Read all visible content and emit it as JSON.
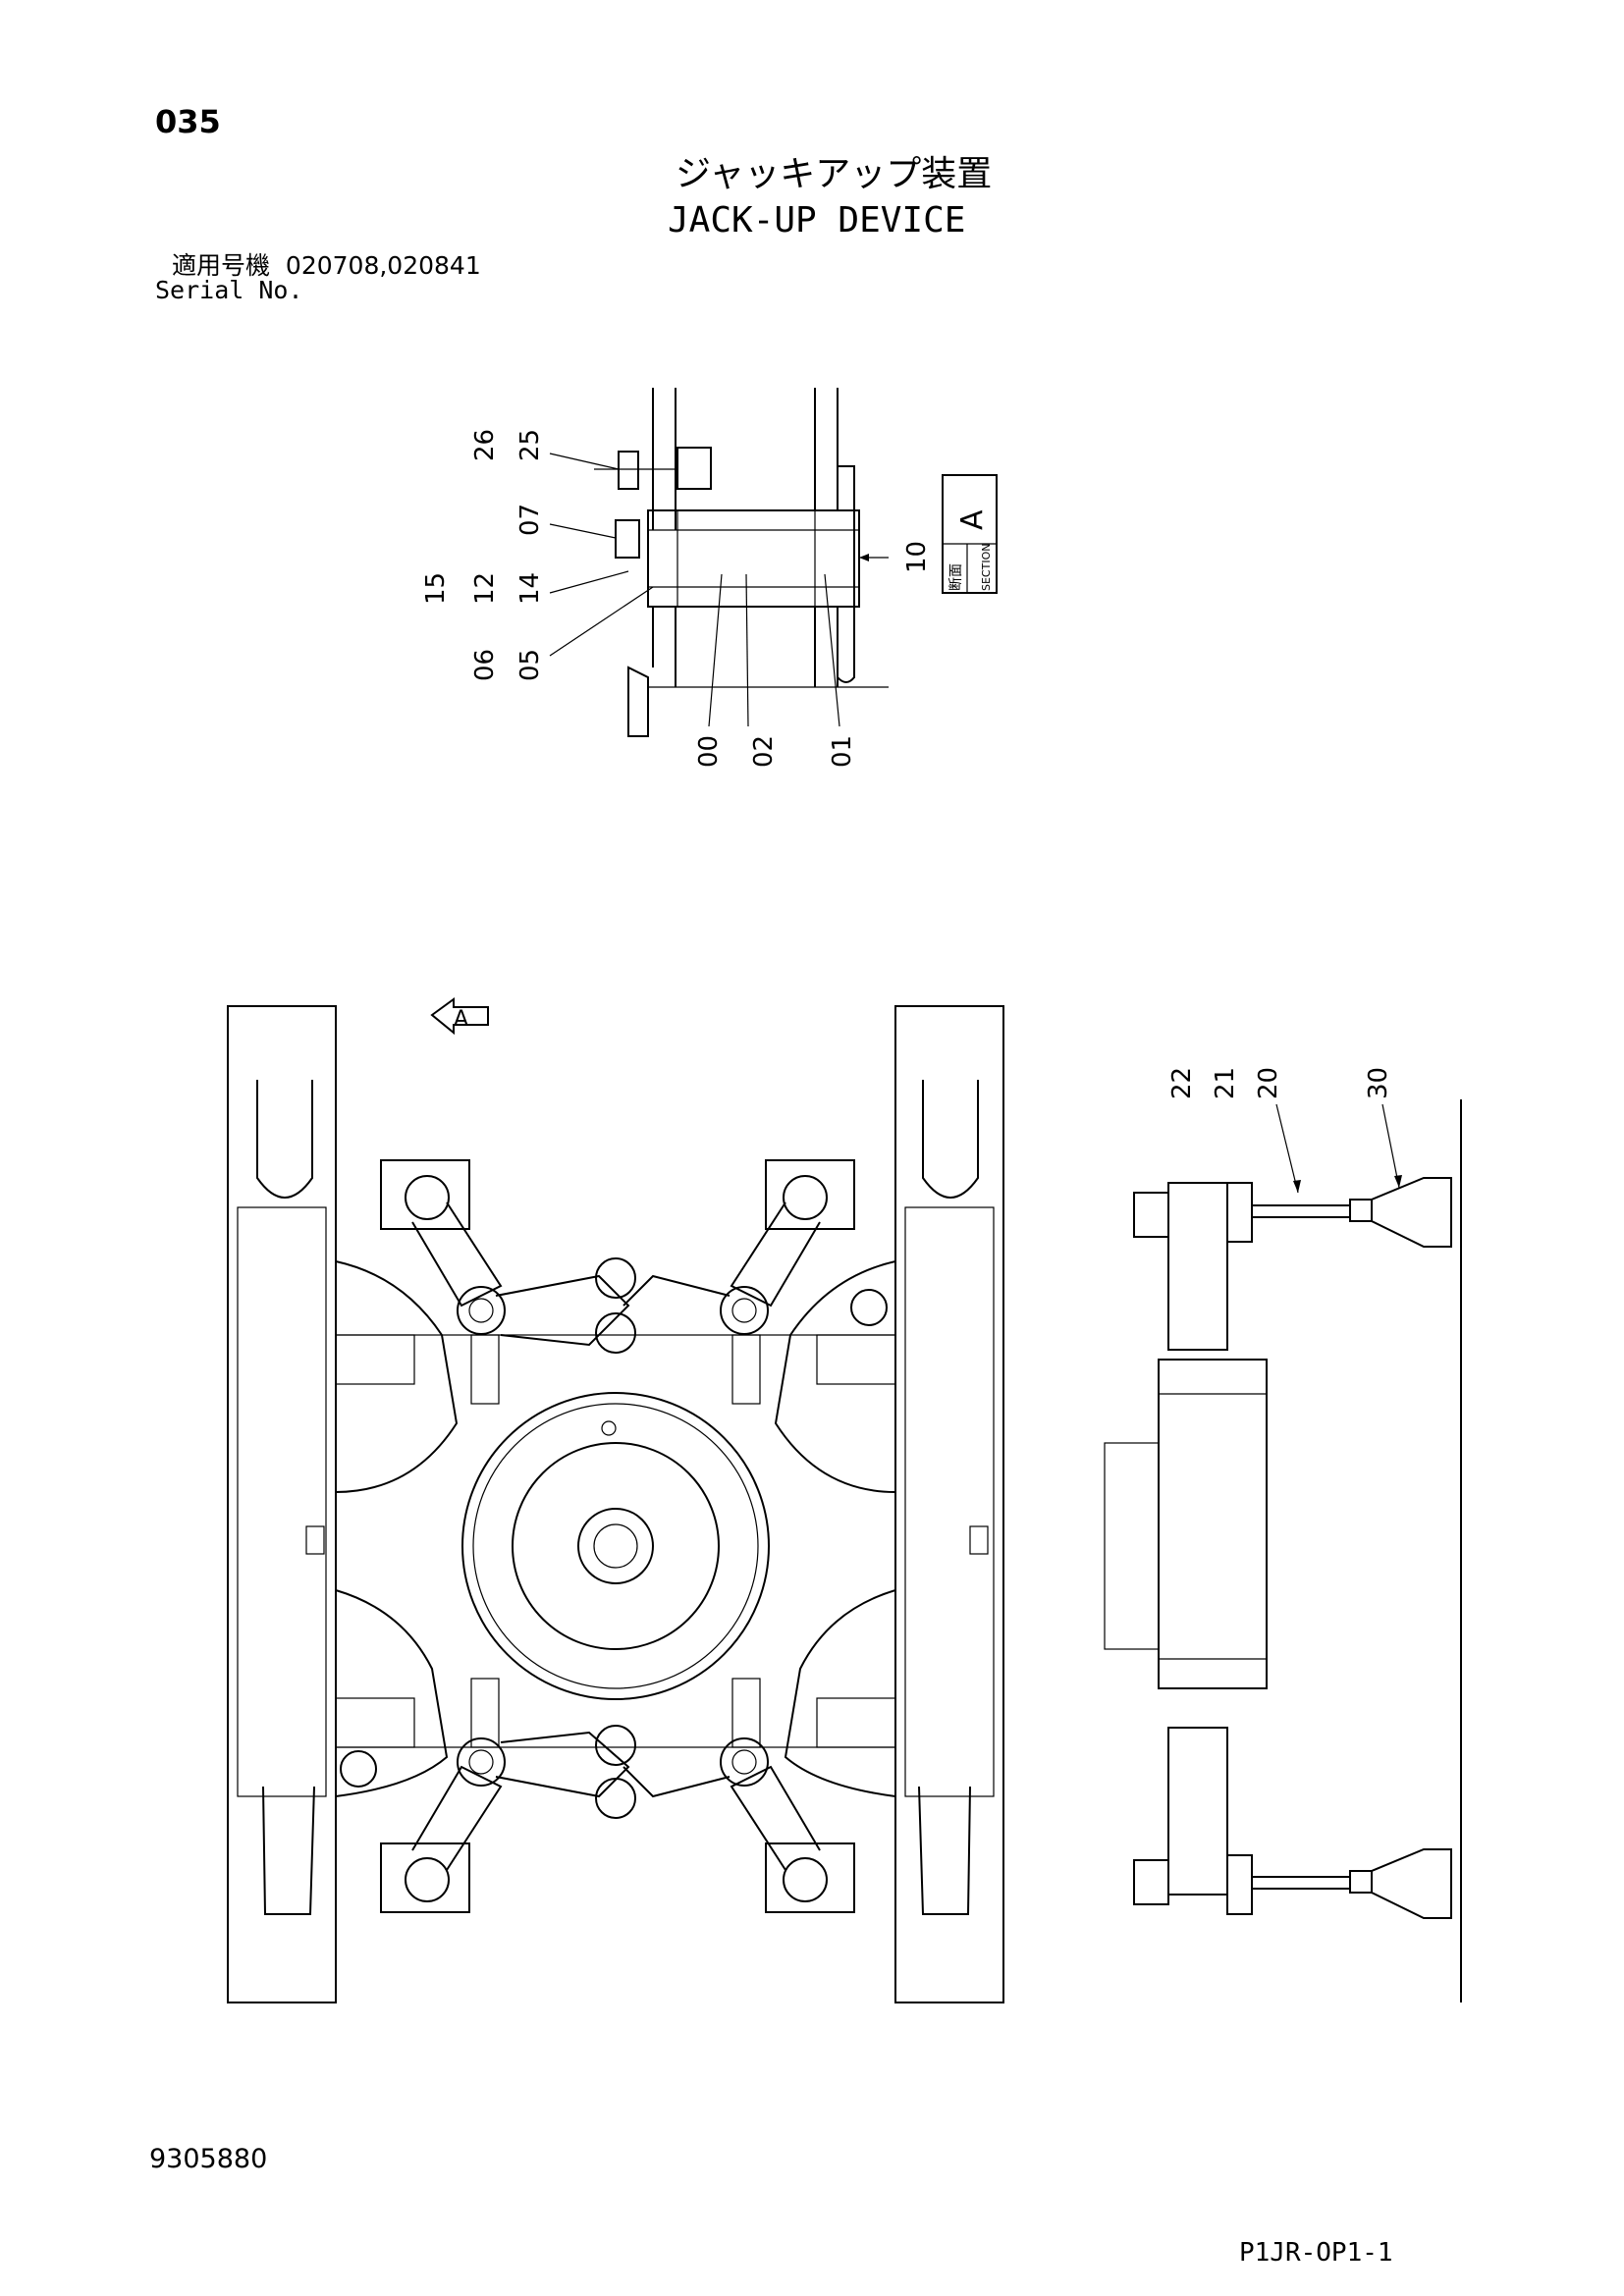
{
  "header": {
    "page_number": "035",
    "title_jp": "ジャッキアップ装置",
    "title_en": "JACK-UP DEVICE",
    "serial_label_jp": "適用号機",
    "serial_values": "020708,020841",
    "serial_label_en": "Serial No."
  },
  "section_view": {
    "section_label_jp": "断面",
    "section_label_en": "SECTION",
    "section_letter": "A",
    "callouts": [
      "26",
      "25",
      "07",
      "15",
      "12",
      "14",
      "06",
      "05",
      "10",
      "00",
      "02",
      "01"
    ]
  },
  "plan_view": {
    "view_arrow_letter": "A"
  },
  "side_view": {
    "callouts": [
      "22",
      "21",
      "20",
      "30"
    ]
  },
  "footer": {
    "doc_number": "9305880",
    "page_code": "P1JR-OP1-1"
  }
}
